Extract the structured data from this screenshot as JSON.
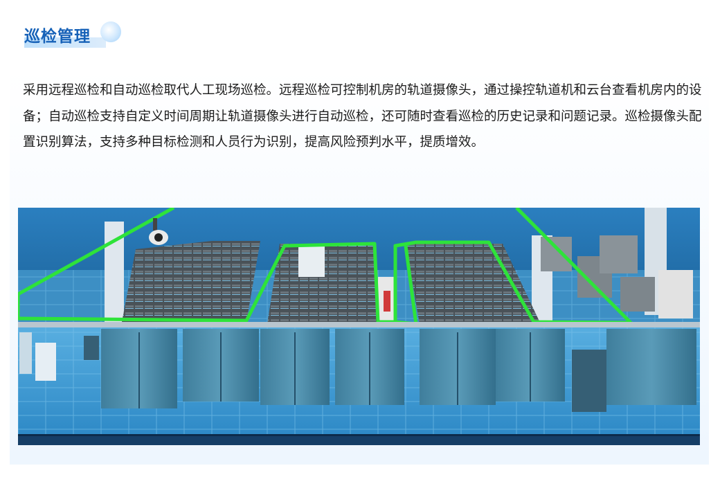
{
  "section": {
    "title": "巡检管理",
    "description": "采用远程巡检和自动巡检取代人工现场巡检。远程巡检可控制机房的轨道摄像头，通过操控轨道机和云台查看机房内的设备；自动巡检支持自定义时间周期让轨道摄像头进行自动巡检，还可随时查看巡检的历史记录和问题记录。巡检摄像头配置识别算法，支持多种目标检测和人员行为识别，提高风险预判水平，提质增效。"
  },
  "illustration": {
    "subject": "data-center-3d-rendering",
    "accent_colors": {
      "track": "#2ee33a",
      "floor": "#2f8fcc",
      "wall": "#1e6fa8"
    }
  }
}
